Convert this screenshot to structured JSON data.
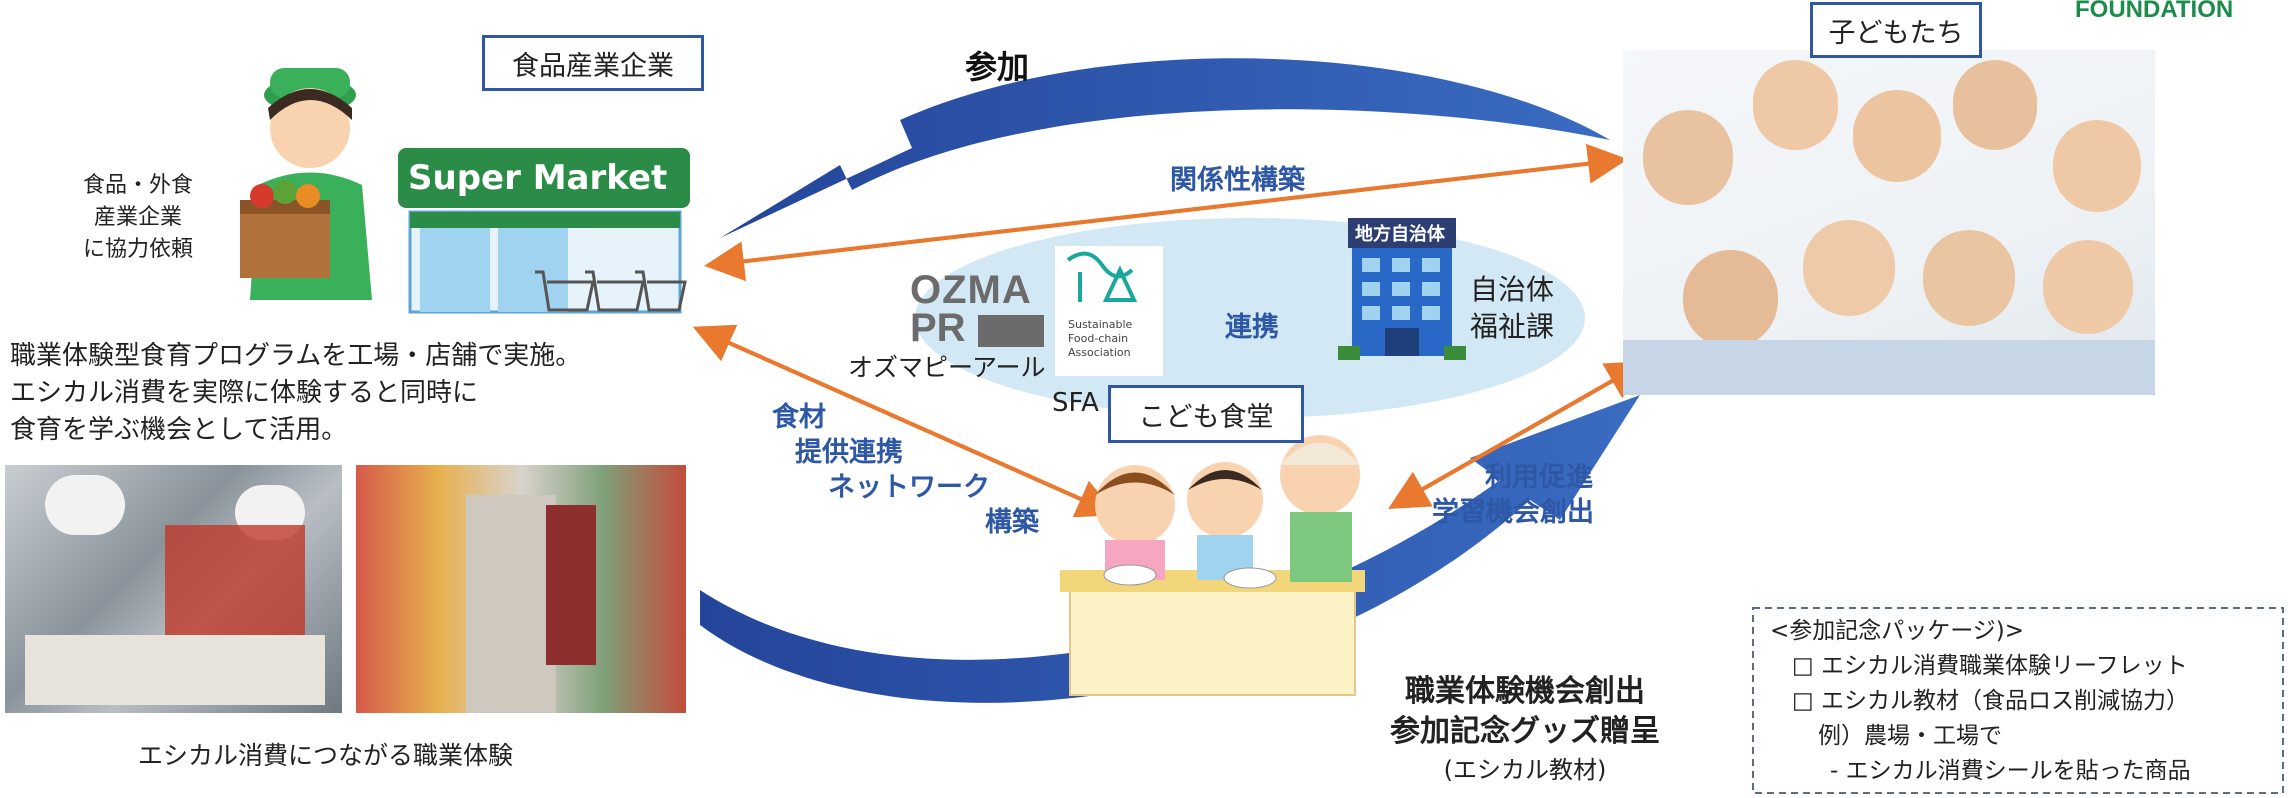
{
  "brand": {
    "top_right_logo": "FOUNDATION"
  },
  "labels": {
    "food_industry": "食品産業企業",
    "children": "子どもたち",
    "kodomo_shokudo": "こども食堂",
    "sanka": "参加",
    "kankeisei": "関係性構築",
    "renkei": "連携",
    "shokuzai_1": "食材",
    "shokuzai_2": "提供連携",
    "shokuzai_3": "ネットワーク",
    "shokuzai_4": "構築",
    "riyou_1": "利用促進",
    "riyou_2": "学習機会創出",
    "jichitai_1": "自治体",
    "jichitai_2": "福祉課",
    "sfa": "SFA",
    "ozma_1": "OZMA",
    "ozma_2": "PR",
    "ozma_kana": "オズマピーアール",
    "sfa_logo_1": "Sustainable",
    "sfa_logo_2": "Food-chain",
    "sfa_logo_3": "Association",
    "building_sign": "地方自治体",
    "supermarket_sign": "Super Market"
  },
  "request": {
    "line1": "食品・外食",
    "line2": "産業企業",
    "line3": "に協力依頼"
  },
  "program": {
    "line1": "職業体験型食育プログラムを工場・店舗で実施。",
    "line2": "エシカル消費を実際に体験すると同時に",
    "line3": "食育を学ぶ機会として活用。"
  },
  "photo_caption": "エシカル消費につながる職業体験",
  "bottom_center": {
    "line1": "職業体験機会創出",
    "line2": "参加記念グッズ贈呈",
    "line3": "(エシカル教材)"
  },
  "package": {
    "title": "<参加記念パッケージ)>",
    "item1": "□ エシカル消費職業体験リーフレット",
    "item2": "□ エシカル教材（食品ロス削減協力）",
    "item3": "例）農場・工場で",
    "item4": "- エシカル消費シールを貼った商品"
  },
  "colors": {
    "blue": "#2e58a6",
    "orange": "#e8792e",
    "ellipse": "#d3e8f5",
    "green": "#1c8c4a"
  }
}
